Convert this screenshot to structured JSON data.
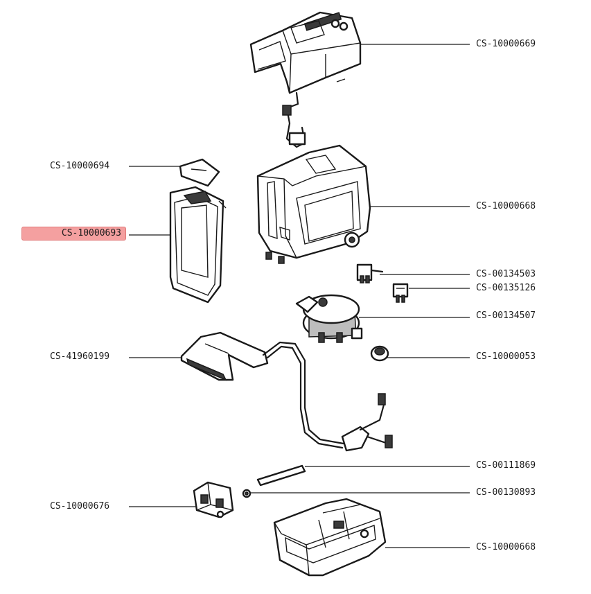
{
  "parts": [
    {
      "code": "CS-10000669"
    },
    {
      "code": "CS-10000694"
    },
    {
      "code": "CS-10000668"
    },
    {
      "code": "CS-10000693"
    },
    {
      "code": "CS-00134503"
    },
    {
      "code": "CS-00135126"
    },
    {
      "code": "CS-00134507"
    },
    {
      "code": "CS-41960199"
    },
    {
      "code": "CS-10000053"
    },
    {
      "code": "CS-00111869"
    },
    {
      "code": "CS-00130893"
    },
    {
      "code": "CS-10000676"
    },
    {
      "code": "CS-10000668"
    }
  ],
  "highlight_color": "#f4a0a0"
}
